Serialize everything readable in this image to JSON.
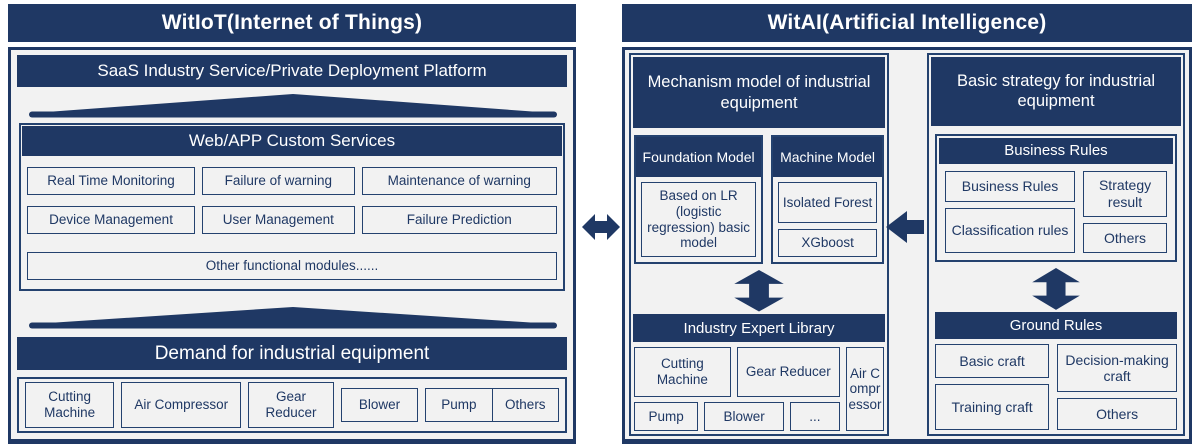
{
  "colors": {
    "navy": "#1f3864",
    "panel_bg": "#f2f2f2",
    "text_on_navy": "#ffffff"
  },
  "left_panel": {
    "title": "WitIoT(Internet of Things)",
    "saas_bar": "SaaS Industry Service/Private Deployment Platform",
    "services": {
      "header": "Web/APP Custom Services",
      "row1": [
        "Real Time Monitoring",
        "Failure of warning",
        "Maintenance of warning"
      ],
      "row2": [
        "Device Management",
        "User Management",
        "Failure Prediction"
      ],
      "other": "Other functional modules......"
    },
    "demand_bar": "Demand for industrial equipment",
    "equipment": {
      "large": [
        "Cutting Machine",
        "Air Compressor",
        "Gear Reducer"
      ],
      "small": [
        "Blower",
        "Pump",
        "Others"
      ]
    }
  },
  "right_panel": {
    "title": "WitAI(Artificial Intelligence)",
    "mechanism": {
      "header": "Mechanism model of industrial equipment",
      "foundation": {
        "header": "Foundation Model",
        "item": "Based on LR (logistic regression) basic model"
      },
      "machine": {
        "header": "Machine Model",
        "items": [
          "Isolated Forest",
          "XGboost"
        ]
      },
      "library": {
        "header": "Industry Expert Library",
        "row1": [
          "Cutting Machine",
          "Gear Reducer"
        ],
        "row2": [
          "Pump",
          "Blower",
          "..."
        ],
        "side": "Air Compressor"
      }
    },
    "strategy": {
      "header": "Basic strategy for industrial equipment",
      "business_rules": {
        "header": "Business Rules",
        "col1": [
          "Business Rules",
          "Classification rules"
        ],
        "col2": [
          "Strategy result",
          "Others"
        ]
      },
      "ground_rules": {
        "header": "Ground Rules",
        "col1": [
          "Basic craft",
          "Training craft"
        ],
        "col2": [
          "Decision-making craft",
          "Others"
        ]
      }
    }
  }
}
